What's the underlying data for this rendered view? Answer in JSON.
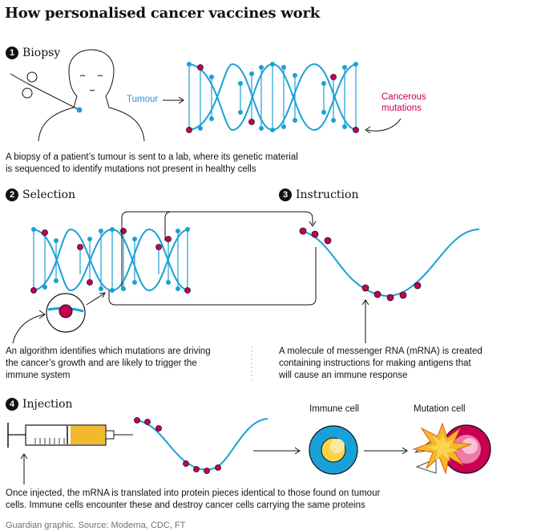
{
  "title": "How personalised cancer vaccines work",
  "steps": {
    "biopsy": {
      "number": "1",
      "label": "Biopsy"
    },
    "selection": {
      "number": "2",
      "label": "Selection"
    },
    "instruction": {
      "number": "3",
      "label": "Instruction"
    },
    "injection": {
      "number": "4",
      "label": "Injection"
    }
  },
  "labels": {
    "tumour": "Tumour",
    "cancerous_mutations_line1": "Cancerous",
    "cancerous_mutations_line2": "mutations",
    "immune_cell": "Immune cell",
    "mutation_cell": "Mutation cell"
  },
  "captions": {
    "biopsy_line1": "A biopsy of a patient’s tumour is sent to a lab, where its genetic material",
    "biopsy_line2": "is sequenced to identify mutations not present in healthy cells",
    "selection_line1": "An algorithm identifies which mutations are driving",
    "selection_line2": "the cancer’s growth and are likely to trigger the",
    "selection_line3": "immune system",
    "instruction_line1": "A molecule of messenger RNA (mRNA) is created",
    "instruction_line2": "containing instructions for making antigens that",
    "instruction_line3": "will cause an immune response",
    "injection_line1": "Once injected, the mRNA is translated into protein pieces identical to those found on tumour",
    "injection_line2": "cells. Immune cells encounter these and destroy cancer cells carrying the same proteins"
  },
  "footer": "Guardian graphic. Source: Moderna, CDC, FT",
  "colors": {
    "dna_blue": "#1aa0d8",
    "mutation_red": "#c70054",
    "syringe_yellow": "#f2b92f",
    "immune_yellow": "#fcd349",
    "outline": "#121212"
  },
  "icons": [
    "patient-icon",
    "biopsy-needle-icon",
    "dna-helix-icon",
    "mutation-magnifier-icon",
    "mrna-strand-icon",
    "syringe-icon",
    "immune-cell-icon",
    "mutation-cell-icon",
    "burst-icon"
  ]
}
